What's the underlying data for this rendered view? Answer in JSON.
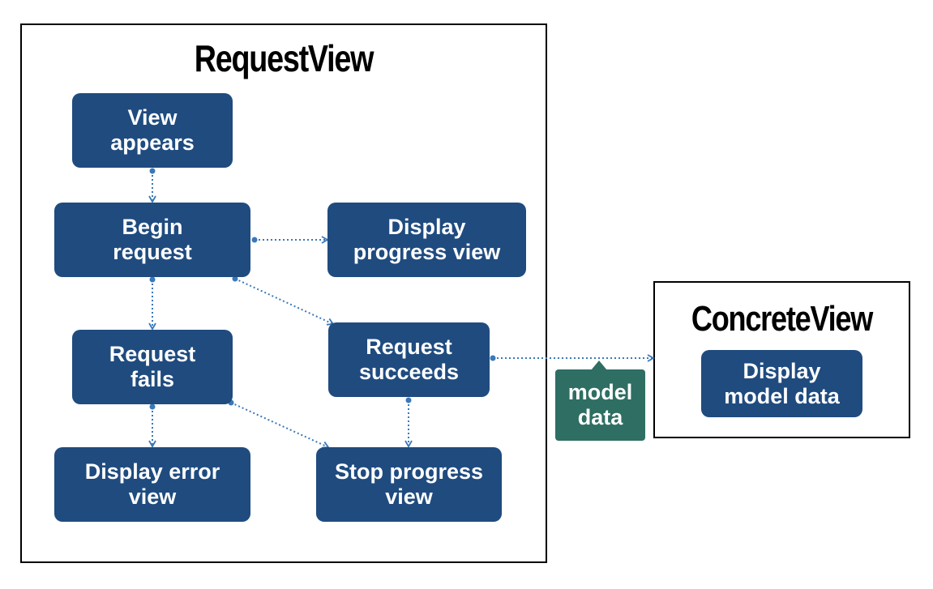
{
  "containers": {
    "request_view": {
      "title": "RequestView"
    },
    "concrete_view": {
      "title": "ConcreteView"
    }
  },
  "nodes": {
    "view_appears": "View\nappears",
    "begin_request": "Begin\nrequest",
    "display_progress": "Display\nprogress view",
    "request_fails": "Request\nfails",
    "request_succeeds": "Request\nsucceeds",
    "display_error": "Display error\nview",
    "stop_progress": "Stop progress\nview",
    "display_model": "Display\nmodel data"
  },
  "tag": {
    "model_data": "model\ndata"
  },
  "colors": {
    "node_fill": "#1f4b7f",
    "tag_fill": "#2e6e63",
    "edge": "#3a78b8",
    "border": "#000000"
  },
  "edges": [
    {
      "from": "view_appears",
      "to": "begin_request"
    },
    {
      "from": "begin_request",
      "to": "display_progress"
    },
    {
      "from": "begin_request",
      "to": "request_fails"
    },
    {
      "from": "begin_request",
      "to": "request_succeeds"
    },
    {
      "from": "request_fails",
      "to": "display_error"
    },
    {
      "from": "request_fails",
      "to": "stop_progress"
    },
    {
      "from": "request_succeeds",
      "to": "stop_progress"
    },
    {
      "from": "request_succeeds",
      "to": "display_model"
    }
  ]
}
